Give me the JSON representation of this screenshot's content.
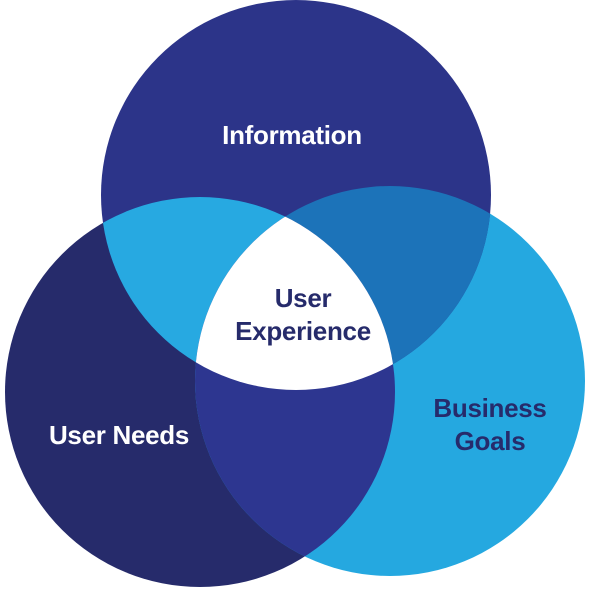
{
  "diagram": {
    "type": "venn",
    "sets": [
      {
        "id": "information",
        "label": "Information",
        "color": "#2c3489"
      },
      {
        "id": "user-needs",
        "label": "User Needs",
        "color": "#262b6b"
      },
      {
        "id": "business-goals",
        "label": "Business Goals",
        "color": "#25a8e0"
      }
    ],
    "overlaps": [
      {
        "sets": [
          "information",
          "user-needs"
        ],
        "color": "#27a9e1"
      },
      {
        "sets": [
          "information",
          "business-goals"
        ],
        "color": "#1c73b9"
      },
      {
        "sets": [
          "user-needs",
          "business-goals"
        ],
        "color": "#2d3690"
      },
      {
        "sets": [
          "information",
          "user-needs",
          "business-goals"
        ],
        "color": "#ffffff"
      }
    ],
    "labels": {
      "information": "Information",
      "user_needs": "User Needs",
      "business_goals_line1": "Business",
      "business_goals_line2": "Goals",
      "center_line1": "User",
      "center_line2": "Experience"
    }
  }
}
